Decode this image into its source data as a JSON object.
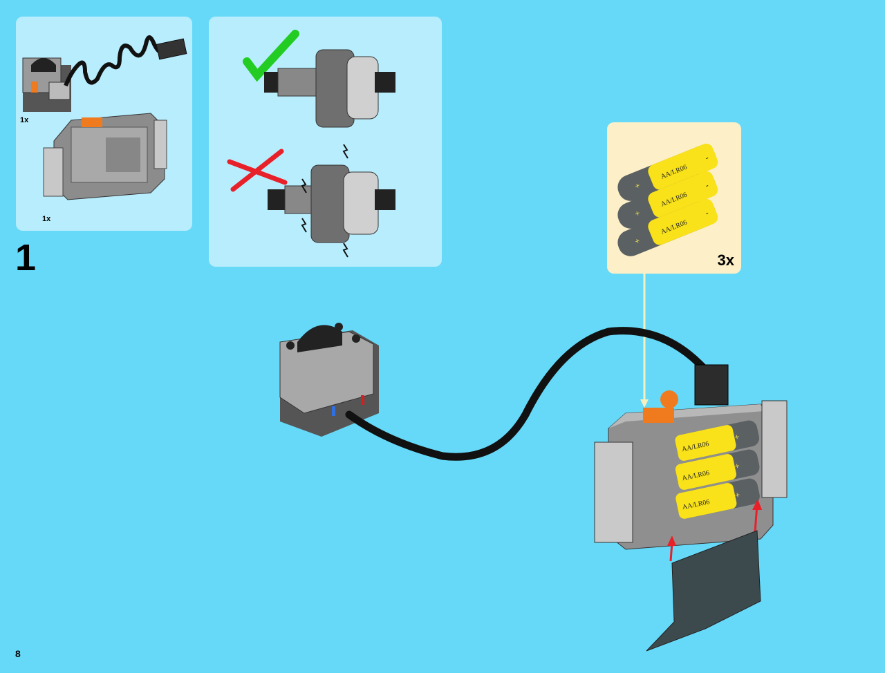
{
  "step": {
    "number": "1"
  },
  "page": {
    "number": "8"
  },
  "parts_list": {
    "items": [
      {
        "qty": "1x",
        "name": "ir-receiver"
      },
      {
        "qty": "1x",
        "name": "battery-box"
      }
    ]
  },
  "battery_callout": {
    "qty": "3x",
    "label": "AA/LR06",
    "plus": "+",
    "minus": "-"
  },
  "colors": {
    "background": "#66d9f9",
    "panel": "#b8edfd",
    "callout": "#fdf0c8",
    "check": "#22cc22",
    "cross": "#e8202a",
    "battery": "#f9e21a"
  }
}
